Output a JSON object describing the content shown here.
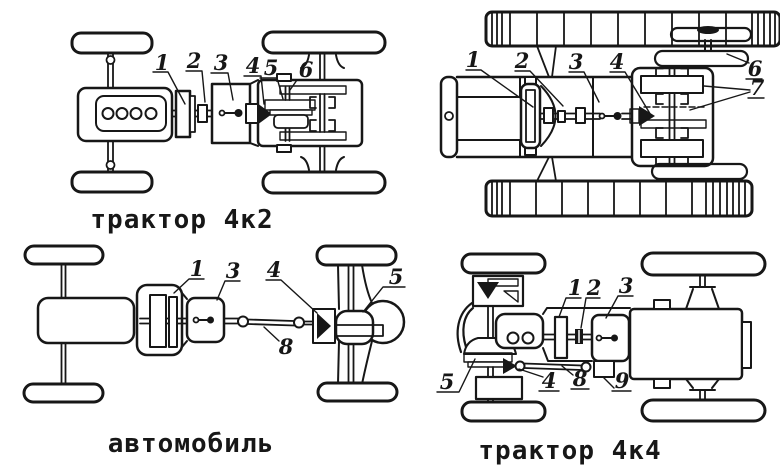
{
  "figure": {
    "background": "#ffffff",
    "ink": "#171717"
  },
  "panels": {
    "tractor_4k2": {
      "caption": "трактор 4к2",
      "callouts": [
        "1",
        "2",
        "3",
        "4",
        "5",
        "6"
      ]
    },
    "crawler_tractor": {
      "callouts": [
        "1",
        "2",
        "3",
        "4",
        "6",
        "7"
      ]
    },
    "automobile": {
      "caption": "автомобиль",
      "callouts": [
        "1",
        "3",
        "4",
        "5",
        "8"
      ]
    },
    "tractor_4k4": {
      "caption": "трактор 4к4",
      "callouts": [
        "1",
        "2",
        "3",
        "5",
        "4",
        "8",
        "9"
      ]
    }
  }
}
